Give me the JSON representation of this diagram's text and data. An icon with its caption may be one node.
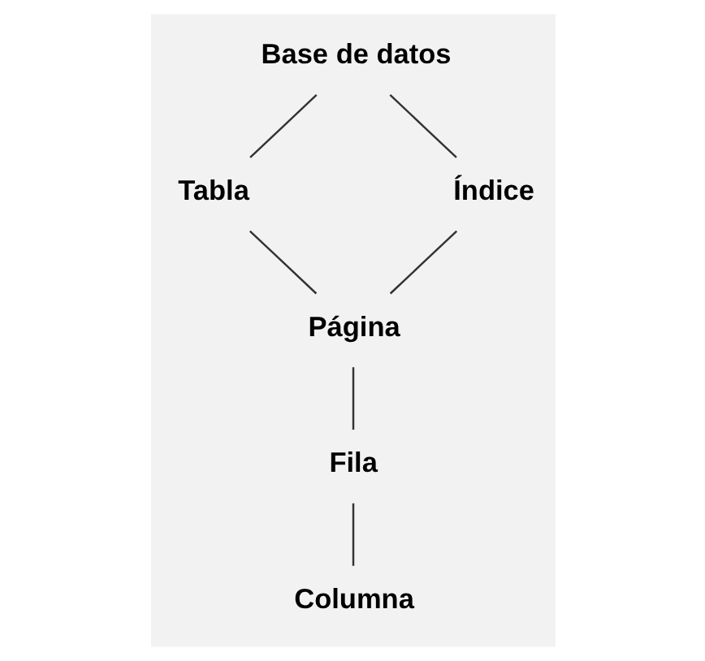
{
  "diagram": {
    "nodes": [
      {
        "text": [
          "Base de datos"
        ]
      },
      {
        "text": [
          "Tabla"
        ]
      },
      {
        "text": [
          "Índice"
        ]
      },
      {
        "text": [
          "Página"
        ]
      },
      {
        "text": [
          "Fila"
        ]
      },
      {
        "text": [
          "Columna"
        ]
      }
    ],
    "edges": [
      {
        "from": 0,
        "to": 1,
        "arrow": "none"
      },
      {
        "from": 0,
        "to": 2,
        "arrow": "none"
      },
      {
        "from": 1,
        "to": 3,
        "arrow": "none"
      },
      {
        "from": 2,
        "to": 3,
        "arrow": "none"
      },
      {
        "from": 3,
        "to": 4,
        "arrow": "none"
      },
      {
        "from": 4,
        "to": 5,
        "arrow": "none"
      }
    ]
  }
}
